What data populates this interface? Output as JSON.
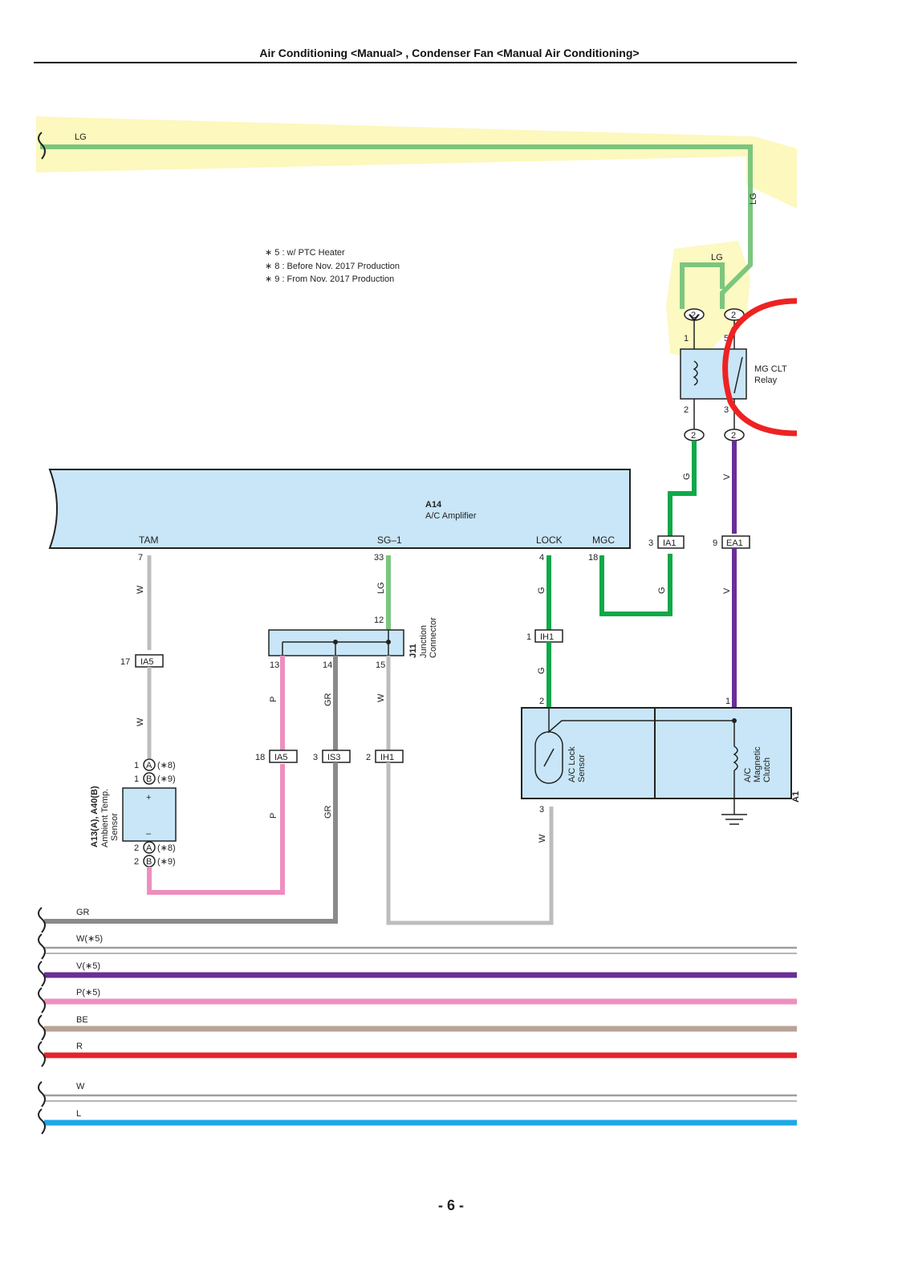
{
  "header": {
    "title": "Air Conditioning <Manual> , Condenser Fan <Manual Air Conditioning>"
  },
  "footer": {
    "page_number": "- 6 -"
  },
  "notes": [
    "∗ 5 : w/ PTC Heater",
    "∗ 8 : Before Nov.  2017 Production",
    "∗ 9 : From Nov.  2017 Production"
  ],
  "colors": {
    "LG": "#7cc67e",
    "G": "#10a84a",
    "V": "#6a2e96",
    "P": "#ee8fbe",
    "GR": "#8a8a8a",
    "BE": "#b8a394",
    "R": "#e3242b",
    "L": "#1ea8e8",
    "W": "#bdbdbd",
    "component_fill": "#c8e6f7",
    "highlight": "#fbf6a8",
    "annotation": "#ee2222"
  },
  "wires": {
    "top_lg": "LG",
    "relay_lg_right": "LG",
    "relay_lg_left": "LG",
    "tam_w_upper": "W",
    "tam_w_lower": "W",
    "sg1_lg": "LG",
    "j11_p": "P",
    "j11_gr": "GR",
    "j11_w": "W",
    "lock_g_upper": "G",
    "lock_g_lower": "G",
    "mgc_g": "G",
    "relay_g": "G",
    "relay_v": "V",
    "clutch_v": "V",
    "sensor_p": "P",
    "sensor_gr": "GR",
    "lock_w": "W"
  },
  "bus_lines": [
    {
      "label": "GR",
      "color": "#8a8a8a"
    },
    {
      "label": "W(∗5)",
      "color": "#bdbdbd"
    },
    {
      "label": "V(∗5)",
      "color": "#6a2e96"
    },
    {
      "label": "P(∗5)",
      "color": "#ee8fbe"
    },
    {
      "label": "BE",
      "color": "#b8a394"
    },
    {
      "label": "R",
      "color": "#e3242b"
    },
    {
      "label": "W",
      "color": "#bdbdbd"
    },
    {
      "label": "L",
      "color": "#1ea8e8"
    }
  ],
  "components": {
    "amplifier": {
      "code": "A14",
      "name": "A/C Amplifier",
      "pins": {
        "tam": "TAM",
        "sg1": "SG–1",
        "lock": "LOCK",
        "mgc": "MGC"
      },
      "pin_numbers": {
        "tam": "7",
        "sg1": "33",
        "lock": "4",
        "mgc": "18"
      }
    },
    "relay": {
      "name": "MG CLT",
      "type": "Relay",
      "pins": {
        "p1": "1",
        "p5": "5",
        "p2": "2",
        "p3": "3"
      }
    },
    "junction": {
      "code": "J11",
      "type": "Junction",
      "type2": "Connector",
      "pins": {
        "in": "12",
        "a": "13",
        "b": "14",
        "c": "15"
      }
    },
    "ambient_sensor": {
      "code": "A13(A), A40(B)",
      "type": "Ambient Temp.",
      "type2": "Sensor",
      "plus": "+",
      "minus": "–"
    },
    "lock_sensor": {
      "type": "A/C Lock",
      "type2": "Sensor",
      "pin_top": "2",
      "pin_bottom": "3"
    },
    "clutch": {
      "type": "A/C",
      "type2": "Magnetic",
      "type3": "Clutch",
      "pin_top": "1",
      "edge_code": "A1"
    }
  },
  "inline_connectors": {
    "ia5_upper": {
      "code": "IA5",
      "pin": "17"
    },
    "ia5_lower": {
      "code": "IA5",
      "pin": "18"
    },
    "is3": {
      "code": "IS3",
      "pin": "3"
    },
    "ih1_lower": {
      "code": "IH1",
      "pin": "2"
    },
    "ih1_upper": {
      "code": "IH1",
      "pin": "1"
    },
    "ia1": {
      "code": "IA1",
      "pin": "3"
    },
    "ea1": {
      "code": "EA1",
      "pin": "9"
    }
  },
  "junction_blocks": {
    "relay_top_left": "2",
    "relay_top_right": "2",
    "relay_bottom_left": "2",
    "relay_bottom_right": "2"
  },
  "sensor_terminals": {
    "t1a": {
      "pin": "1",
      "letter": "A",
      "note": "(∗8)"
    },
    "t1b": {
      "pin": "1",
      "letter": "B",
      "note": "(∗9)"
    },
    "t2a": {
      "pin": "2",
      "letter": "A",
      "note": "(∗8)"
    },
    "t2b": {
      "pin": "2",
      "letter": "B",
      "note": "(∗9)"
    }
  }
}
